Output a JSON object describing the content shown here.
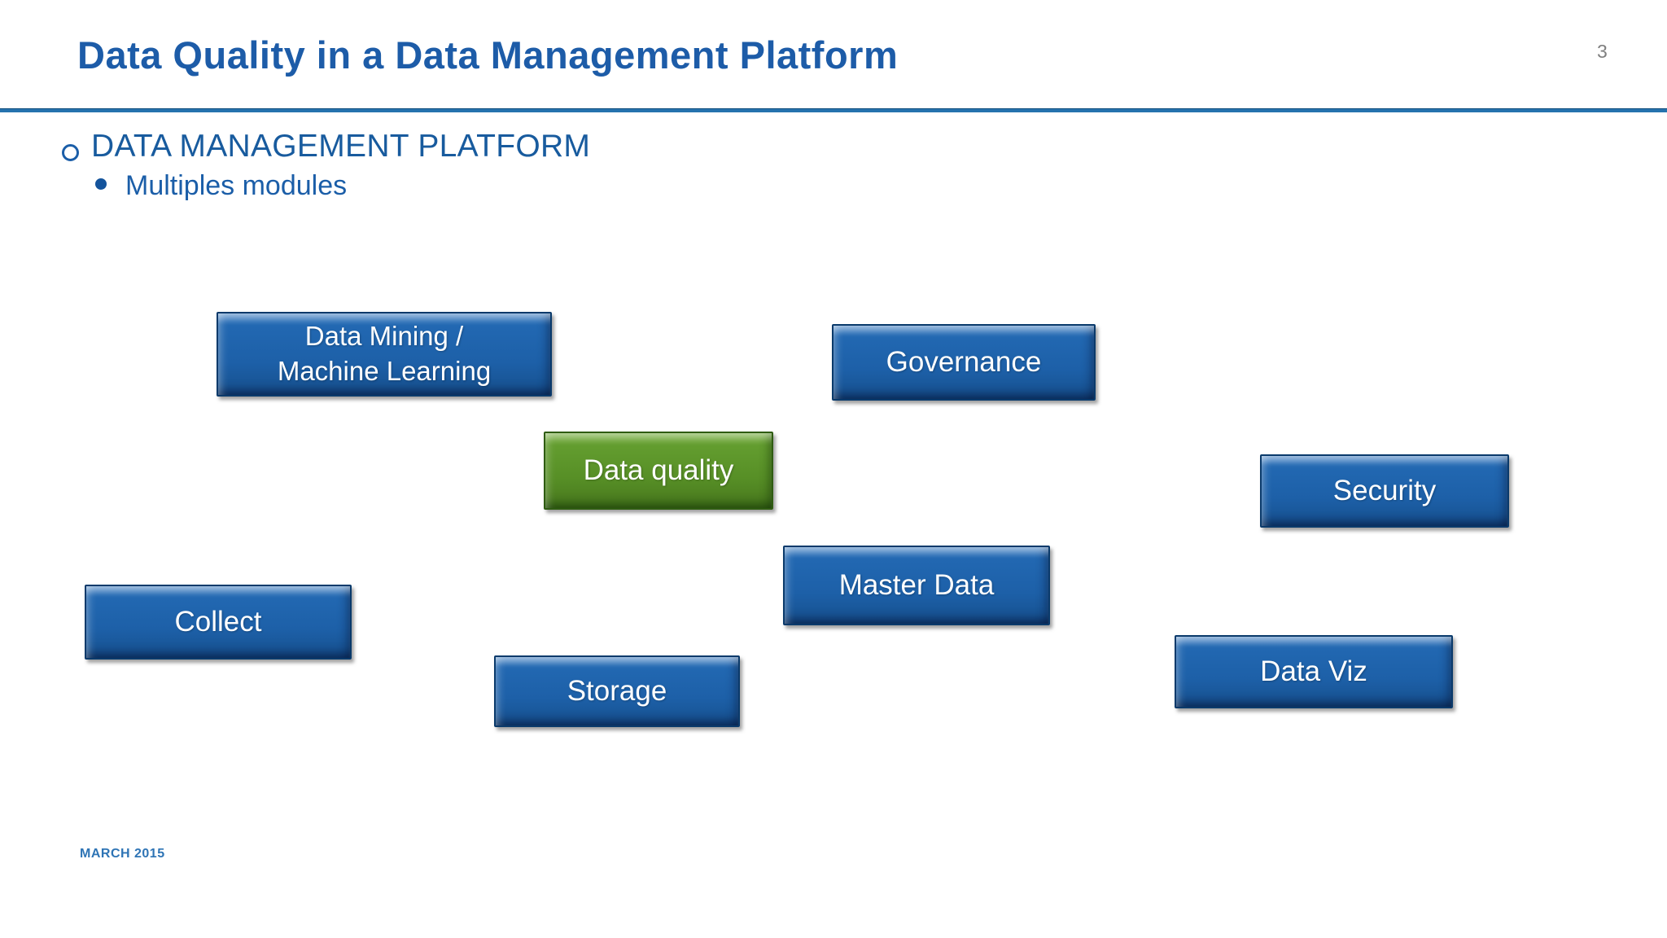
{
  "slide": {
    "title": "Data Quality in a Data Management Platform",
    "page_number": "3",
    "heading": "DATA MANAGEMENT PLATFORM",
    "subheading": "Multiples modules",
    "footer": "MARCH 2015",
    "modules": [
      {
        "label": "Data Mining /\nMachine Learning",
        "color": "blue"
      },
      {
        "label": "Governance",
        "color": "blue"
      },
      {
        "label": "Data quality",
        "color": "green"
      },
      {
        "label": "Security",
        "color": "blue"
      },
      {
        "label": "Master Data",
        "color": "blue"
      },
      {
        "label": "Collect",
        "color": "blue"
      },
      {
        "label": "Storage",
        "color": "blue"
      },
      {
        "label": "Data Viz",
        "color": "blue"
      }
    ],
    "colors": {
      "title_text": "#1d5ca8",
      "divider": "#2673ae",
      "heading_text": "#185b9e",
      "subheading_text": "#1b5ea8",
      "module_blue_fill": "#1d60a8",
      "module_blue_border": "#0a3a6b",
      "module_green_fill": "#578f26",
      "module_green_border": "#2f5c12",
      "module_label_text": "#ffffff",
      "page_number_text": "#7f7f7f",
      "footer_text": "#2e74b5",
      "background": "#ffffff"
    }
  }
}
